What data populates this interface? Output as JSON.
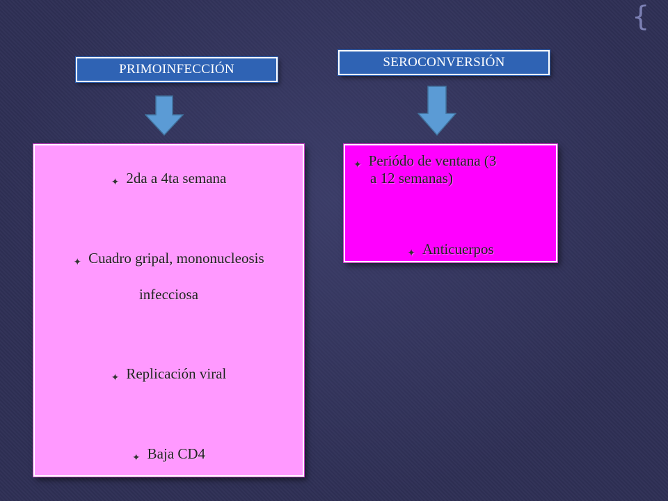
{
  "slide": {
    "decoration": "{",
    "colors": {
      "background": "#2e2f55",
      "label_fill": "#2f63b4",
      "arrow_fill": "#5b9bd5",
      "primo_box_fill": "#ff99ff",
      "sero_box_fill": "#ff00ff"
    }
  },
  "left_column": {
    "label": "PRIMOINFECCIÓN",
    "arrow_icon": "arrow-down-icon",
    "items": [
      {
        "icon": "bullet-icon",
        "text": "2da a 4ta semana"
      },
      {
        "icon": "bullet-icon",
        "text": "Cuadro gripal, mononucleosis"
      },
      {
        "icon": "",
        "text": "infecciosa"
      },
      {
        "icon": "bullet-icon",
        "text": "Replicación viral"
      },
      {
        "icon": "bullet-icon",
        "text": "Baja CD4"
      }
    ]
  },
  "right_column": {
    "label": "SEROCONVERSIÓN",
    "arrow_icon": "arrow-down-icon",
    "items": [
      {
        "icon": "bullet-icon",
        "text": "Periódo de ventana (3"
      },
      {
        "icon": "",
        "text": "a 12 semanas)"
      },
      {
        "icon": "bullet-icon",
        "text": "Anticuerpos"
      }
    ]
  }
}
